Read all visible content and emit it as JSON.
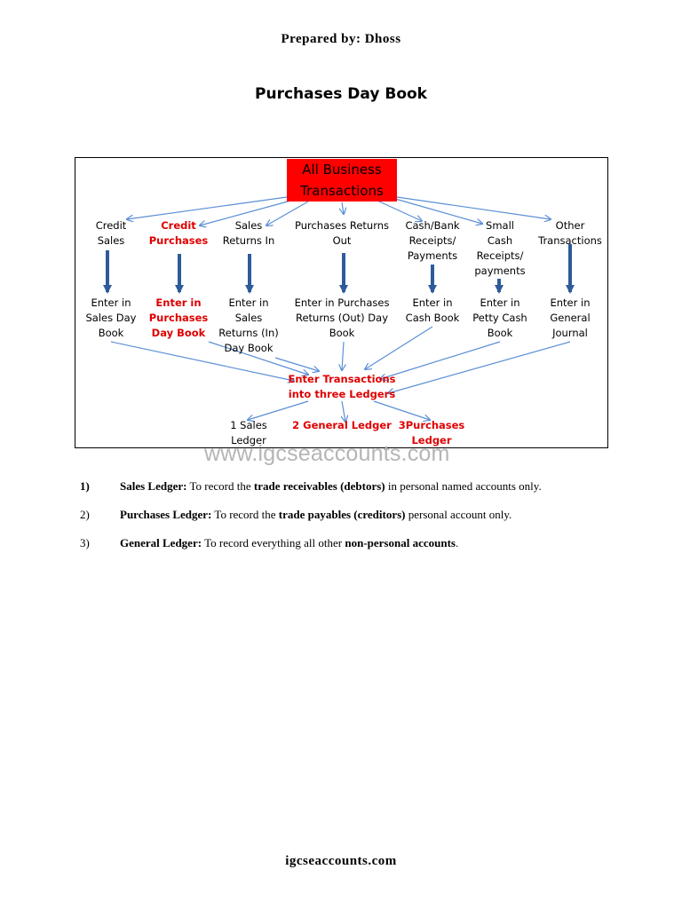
{
  "header": "Prepared by: Dhoss",
  "title": "Purchases Day Book",
  "diagram": {
    "top_box": "All Business Transactions",
    "categories": [
      {
        "label": "Credit\nSales",
        "highlight": false
      },
      {
        "label": "Credit\nPurchases",
        "highlight": true
      },
      {
        "label": "Sales\nReturns In",
        "highlight": false
      },
      {
        "label": "Purchases Returns\nOut",
        "highlight": false
      },
      {
        "label": "Cash/Bank\nReceipts/\nPayments",
        "highlight": false
      },
      {
        "label": "Small\nCash\nReceipts/\npayments",
        "highlight": false
      },
      {
        "label": "Other\nTransactions",
        "highlight": false
      }
    ],
    "books": [
      {
        "label": "Enter in\nSales Day\nBook",
        "highlight": false
      },
      {
        "label": "Enter in\nPurchases\nDay Book",
        "highlight": true
      },
      {
        "label": "Enter in\nSales\nReturns (In)\nDay Book",
        "highlight": false
      },
      {
        "label": "Enter in Purchases\nReturns (Out) Day\nBook",
        "highlight": false
      },
      {
        "label": "Enter in\nCash Book",
        "highlight": false
      },
      {
        "label": "Enter in\nPetty Cash\nBook",
        "highlight": false
      },
      {
        "label": "Enter in\nGeneral\nJournal",
        "highlight": false
      }
    ],
    "ledgers_box": "Enter Transactions\ninto three Ledgers",
    "ledgers": [
      {
        "label": "1 Sales\nLedger",
        "highlight": false
      },
      {
        "label": "2 General Ledger",
        "highlight": true
      },
      {
        "label": "3Purchases\nLedger",
        "highlight": true
      }
    ],
    "colors": {
      "top_box": "#ff0000",
      "highlight_text": "#e00000",
      "thin_arrow": "#5b8fd6",
      "thick_arrow": "#2e5b9a"
    }
  },
  "watermark": "www.igcseaccounts.com",
  "list": [
    {
      "num": "1)",
      "term": "Sales Ledger:",
      "pre": " To record the ",
      "bold": "trade receivables (debtors)",
      "post": " in personal named accounts only."
    },
    {
      "num": "2)",
      "term": "Purchases Ledger:",
      "pre": " To record the ",
      "bold": "trade payables (creditors)",
      "post": " personal account only."
    },
    {
      "num": "3)",
      "term": "General Ledger:",
      "pre": " To record everything all other ",
      "bold": "non-personal accounts",
      "post": "."
    }
  ],
  "footer": "igcseaccounts.com"
}
